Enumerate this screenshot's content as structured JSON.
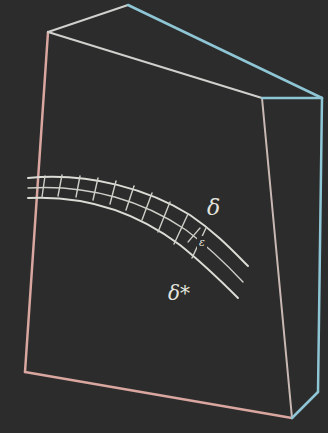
{
  "diagram": {
    "labels": [
      "δ",
      "ε",
      "δ*"
    ]
  }
}
